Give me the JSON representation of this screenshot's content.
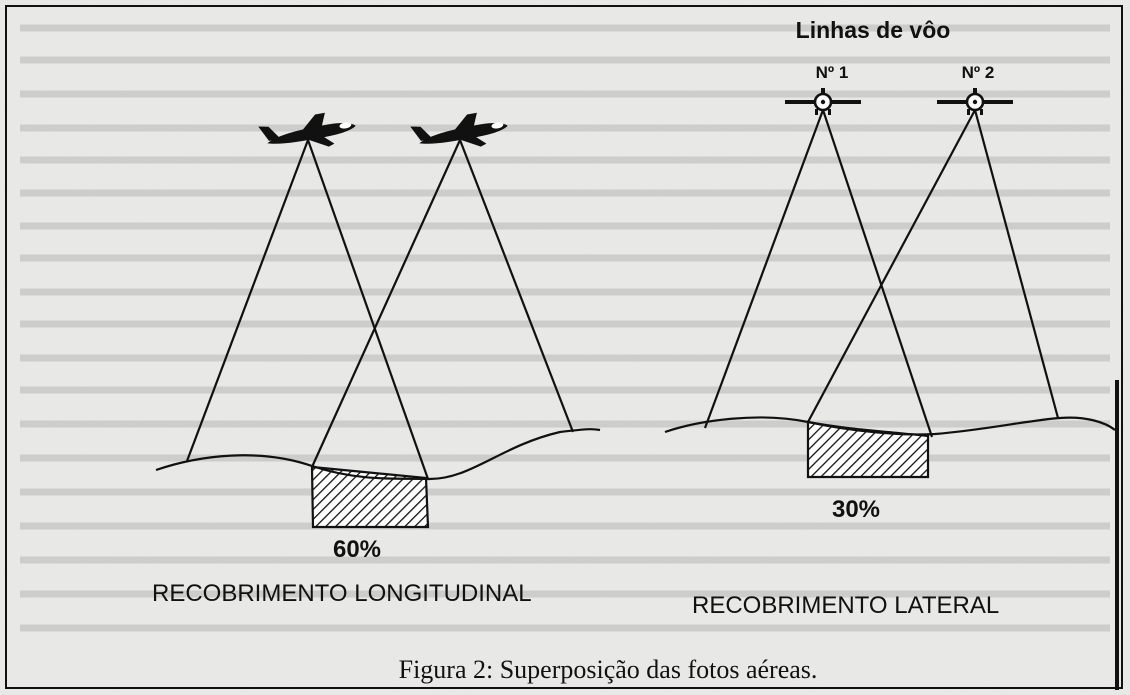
{
  "diagram": {
    "flight_lines_title": "Linhas de vôo",
    "flight_line_1": "Nº 1",
    "flight_line_2": "Nº 2",
    "overlap_longitudinal_percent": "60%",
    "overlap_lateral_percent": "30%",
    "label_longitudinal": "RECOBRIMENTO LONGITUDINAL",
    "label_lateral": "RECOBRIMENTO LATERAL"
  },
  "caption": "Figura 2: Superposição das fotos aéreas."
}
